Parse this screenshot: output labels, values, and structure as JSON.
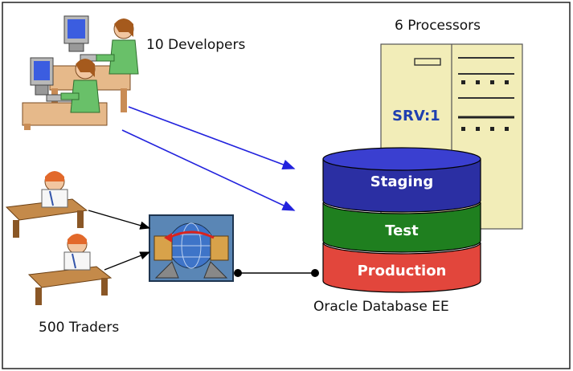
{
  "labels": {
    "developers": "10 Developers",
    "processors": "6 Processors",
    "traders": "500 Traders",
    "database": "Oracle Database EE",
    "server": "SRV:1"
  },
  "layers": {
    "staging": "Staging",
    "test": "Test",
    "production": "Production"
  },
  "colors": {
    "staging": "#2b2fa3",
    "test": "#1f7f1f",
    "production": "#e2463c",
    "arrow_blue": "#2222dd",
    "server": "#f2edb8"
  }
}
